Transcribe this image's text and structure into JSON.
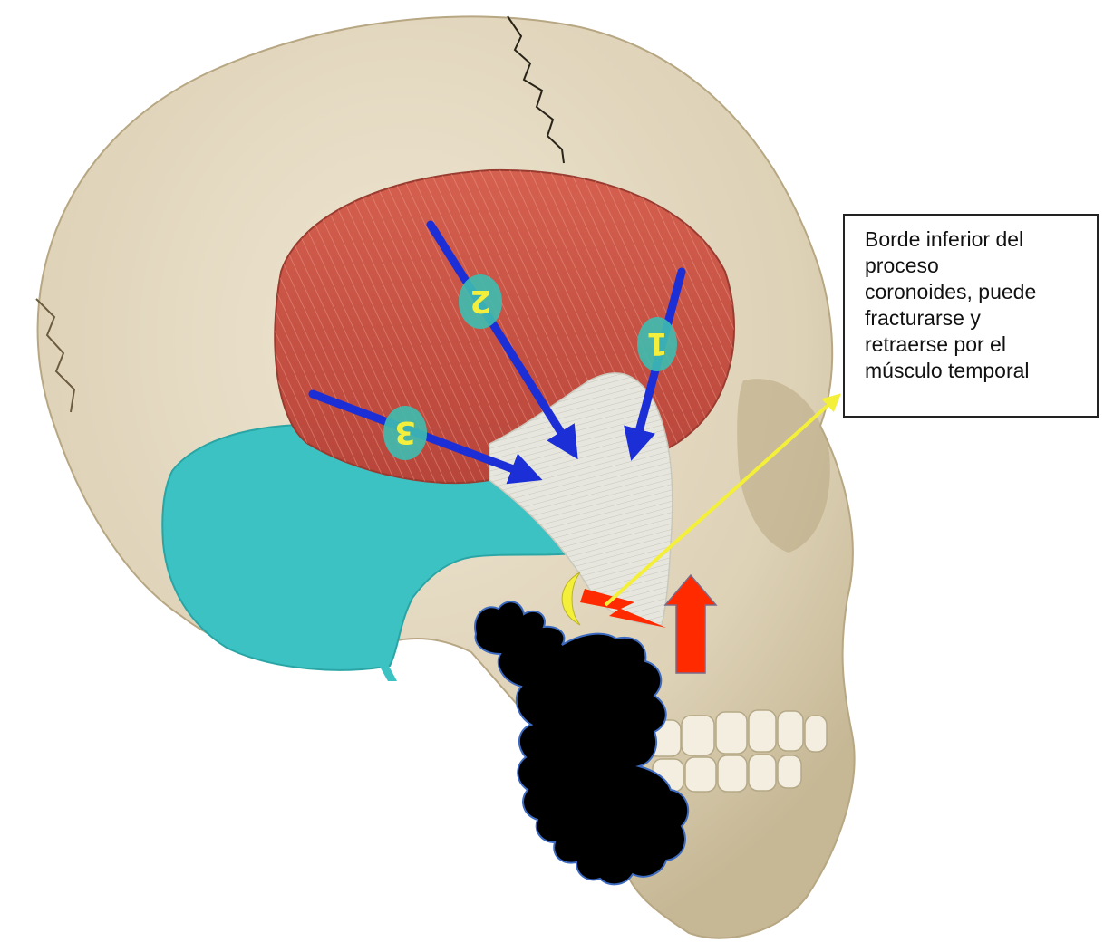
{
  "callout": {
    "text": "Borde inferior del\nproceso\ncoronoides, puede\nfracturarse y\nretraerse por el\nmúsculo temporal"
  },
  "vectors": [
    {
      "label": "1"
    },
    {
      "label": "2"
    },
    {
      "label": "3"
    }
  ],
  "colors": {
    "bone": "#e6dcc6",
    "muscle": "#cc5545",
    "tendon": "#e6e6de",
    "highlight_bone": "#3cc2c2",
    "vector_arrows": "#1c2fd6",
    "badge": "#3dbdb0",
    "pointer_line": "#f4f03a",
    "force_arrow": "#ff2a00",
    "mass": "#000000"
  }
}
